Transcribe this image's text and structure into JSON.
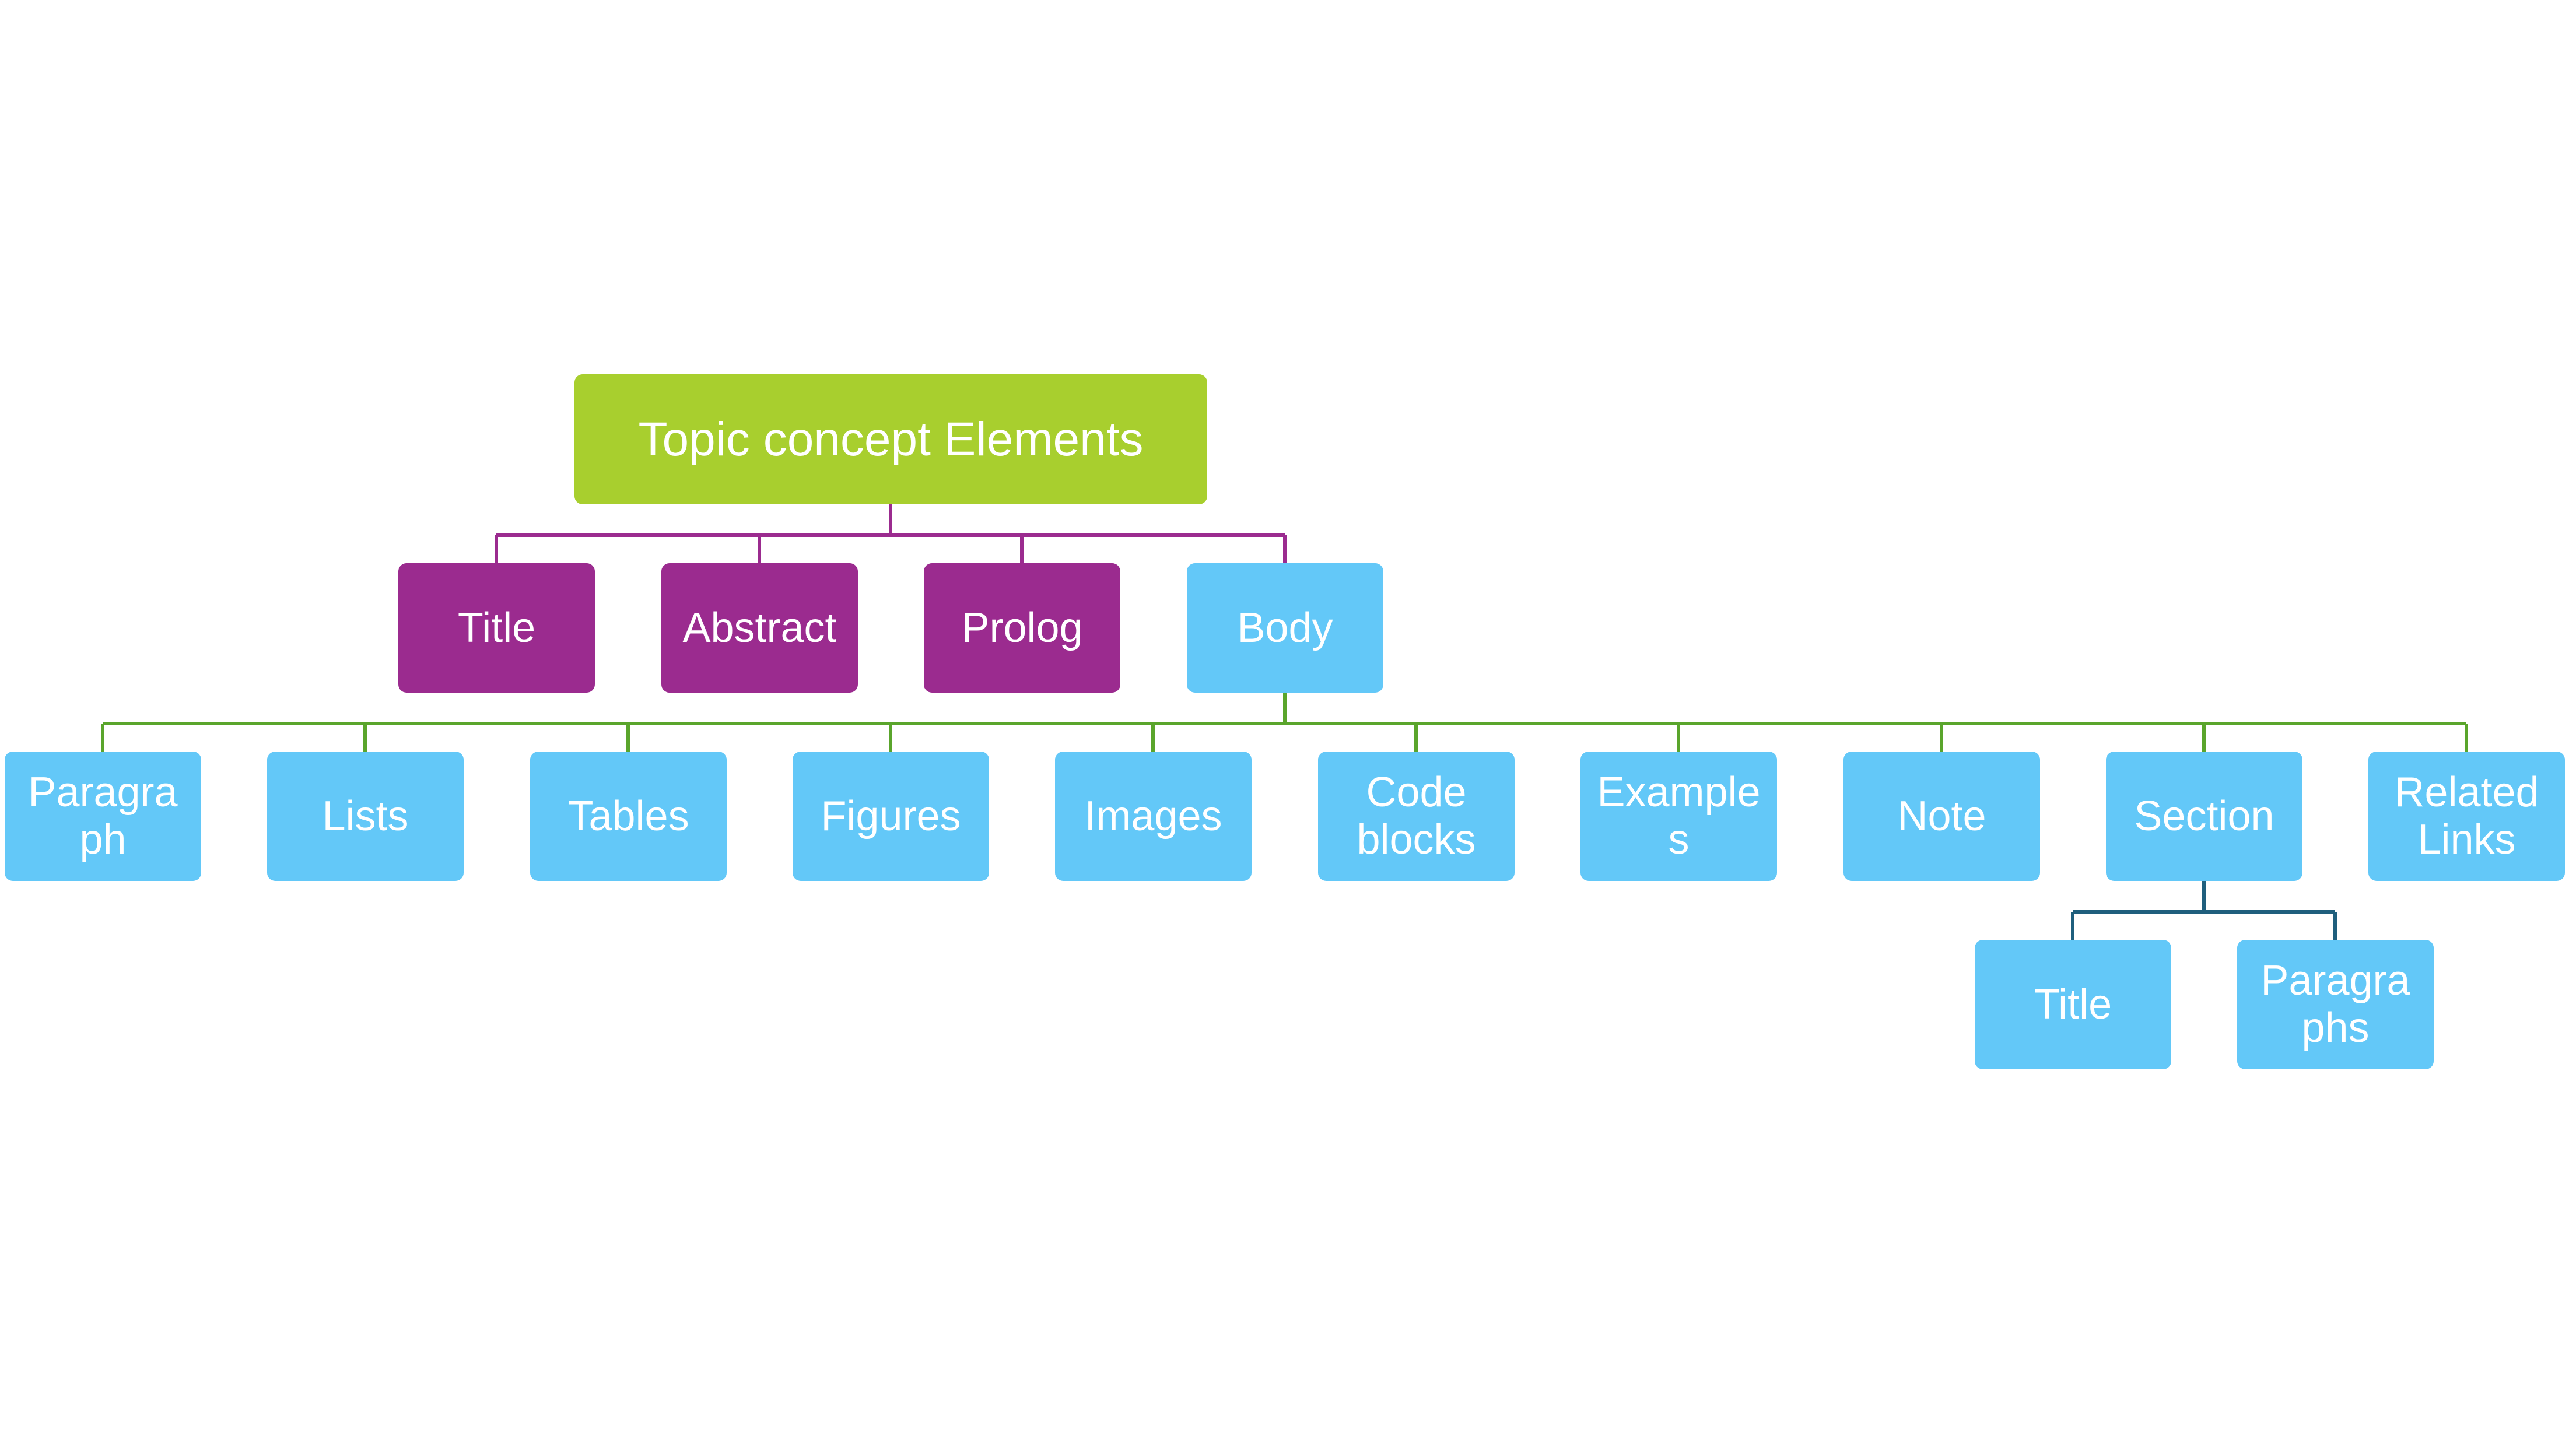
{
  "colors": {
    "root_fill": "#a8cf2e",
    "purple_fill": "#9b2b8f",
    "blue_fill": "#63c8f8",
    "text": "#ffffff",
    "line_purple": "#9b2b8f",
    "line_green": "#5aa52c",
    "line_teal": "#1f5f7d",
    "background": "#ffffff"
  },
  "diagram": {
    "root": {
      "label": "Topic concept Elements"
    },
    "level1": [
      {
        "label": "Title"
      },
      {
        "label": "Abstract"
      },
      {
        "label": "Prolog"
      },
      {
        "label": "Body"
      }
    ],
    "body_children": [
      {
        "label": "Paragra\nph"
      },
      {
        "label": "Lists"
      },
      {
        "label": "Tables"
      },
      {
        "label": "Figures"
      },
      {
        "label": "Images"
      },
      {
        "label": "Code\nblocks"
      },
      {
        "label": "Example\ns"
      },
      {
        "label": "Note"
      },
      {
        "label": "Section"
      },
      {
        "label": "Related\nLinks"
      }
    ],
    "section_children": [
      {
        "label": "Title"
      },
      {
        "label": "Paragra\nphs"
      }
    ]
  }
}
